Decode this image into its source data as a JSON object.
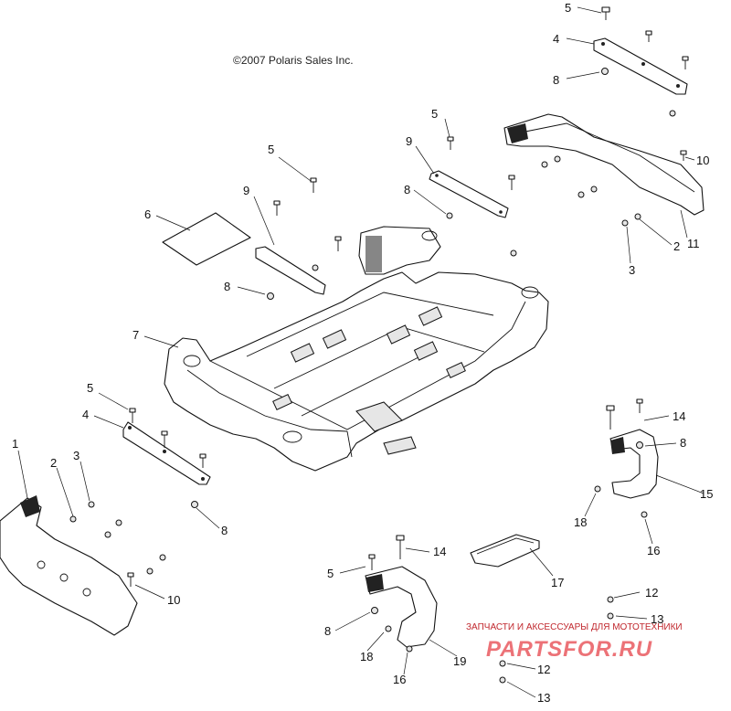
{
  "copyright": "©2007 Polaris Sales Inc.",
  "watermark": {
    "top_text": "ЗАПЧАСТИ И АКСЕССУАРЫ ДЛЯ МОТОТЕХНИКИ",
    "brand": "PARTSFOR.RU",
    "color": "#e5434a"
  },
  "callouts": [
    "5",
    "4",
    "8",
    "5",
    "9",
    "10",
    "11",
    "2",
    "3",
    "8",
    "5",
    "9",
    "6",
    "8",
    "7",
    "5",
    "4",
    "14",
    "8",
    "15",
    "18",
    "16",
    "1",
    "2",
    "3",
    "8",
    "10",
    "14",
    "5",
    "17",
    "12",
    "13",
    "8",
    "18",
    "19",
    "16",
    "12",
    "13"
  ]
}
